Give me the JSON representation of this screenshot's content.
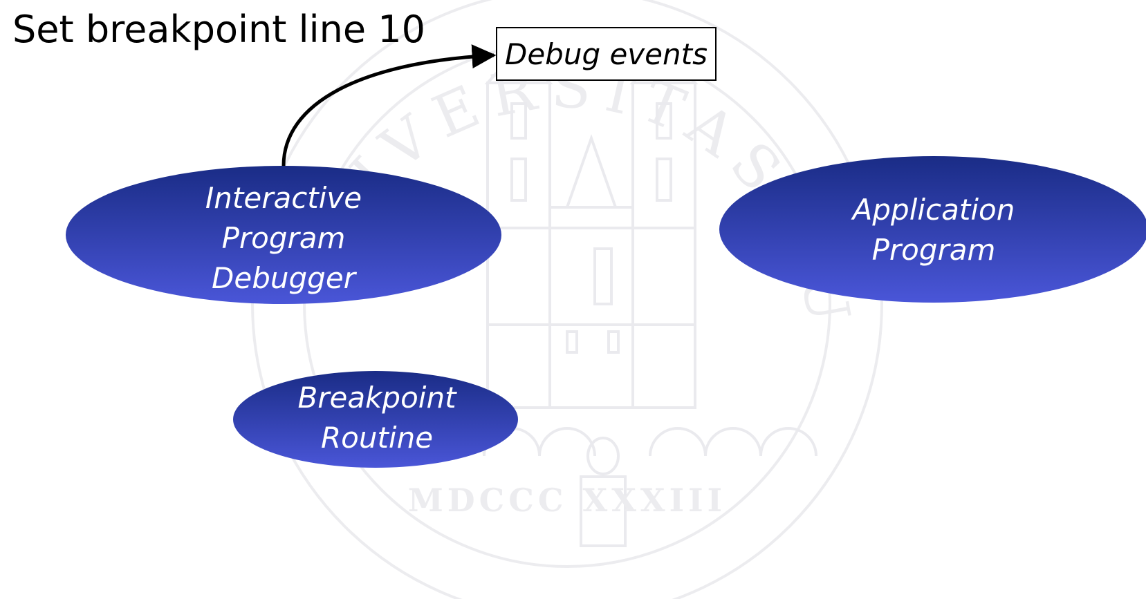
{
  "slide": {
    "title": "Set breakpoint line 10"
  },
  "watermark": {
    "seal_text": "UNIVERSITAS TURICENSIS",
    "year_text": "MDCCC XXXIII",
    "color": "#e9e9ec"
  },
  "event_box": {
    "label": "Debug events"
  },
  "nodes": {
    "debugger": {
      "lines": [
        "Interactive",
        "Program",
        "Debugger"
      ]
    },
    "application": {
      "lines": [
        "Application",
        "Program"
      ]
    },
    "breakpoint": {
      "lines": [
        "Breakpoint",
        "Routine"
      ]
    }
  },
  "colors": {
    "ellipse_top": "#1a2c86",
    "ellipse_bottom": "#4a56d8",
    "arrow": "#000000"
  }
}
